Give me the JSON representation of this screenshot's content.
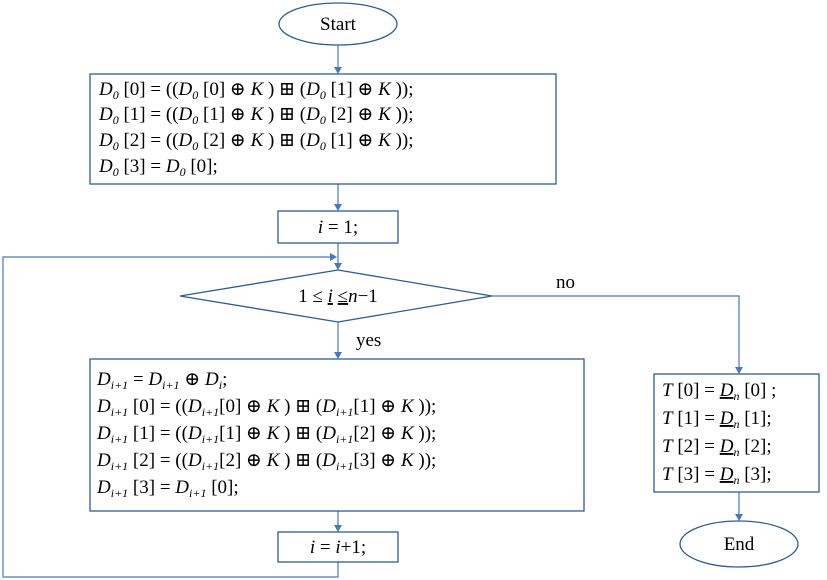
{
  "nodes": {
    "start": "Start",
    "end": "End",
    "init_i": "i = 1;",
    "condition": "1 ≤ i ≤n−1",
    "increment": "i = i+1;"
  },
  "edges": {
    "yes": "yes",
    "no": "no"
  },
  "init_block": [
    "D0 [0] = ((D0 [0] ⊕ K ) ⊞ (D0 [1] ⊕ K ));",
    "D0 [1] = ((D0 [1] ⊕ K ) ⊞ (D0 [2] ⊕ K ));",
    "D0 [2] = ((D0 [2] ⊕ K ) ⊞ (D0 [1] ⊕ K ));",
    "D0 [3] = D0 [0];"
  ],
  "loop_block": [
    "Di+1 = Di+1 ⊕ Di;",
    "Di+1 [0] = ((Di+1[0] ⊕ K ) ⊞ (Di+1[1] ⊕ K ));",
    "Di+1 [1] = ((Di+1[1] ⊕ K ) ⊞ (Di+1[2] ⊕ K ));",
    "Di+1 [2] = ((Di+1[2] ⊕ K ) ⊞ (Di+1[3] ⊕ K ));",
    "Di+1 [3] = Di+1 [0];"
  ],
  "output_block": [
    "T [0] = Dn [0] ;",
    "T [1] = Dn [1];",
    "T [2] = Dn [2];",
    "T [3] = Dn [3];"
  ],
  "colors": {
    "shape_stroke": "#2e5c9a",
    "connector": "#4a78b8",
    "spellcheck_underline": "#e03030"
  }
}
